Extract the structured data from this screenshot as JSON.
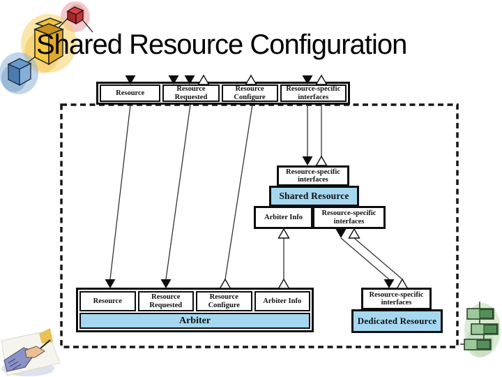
{
  "slide": {
    "title": "Shared Resource Configuration",
    "background": "#ffffff"
  },
  "diagram": {
    "boundary_style": "dashed-rectangle",
    "top_interfaces_row": [
      {
        "label": "Resource",
        "markers_above": [
          "filled"
        ]
      },
      {
        "label": "Resource Requested",
        "markers_above": [
          "filled",
          "filled",
          "open"
        ]
      },
      {
        "label": "Resource Configure",
        "markers_above": [
          "open"
        ]
      },
      {
        "label": "Resource-specific interfaces",
        "markers_above": [
          "filled",
          "open"
        ]
      }
    ],
    "shared_stack": {
      "top_interface": "Resource-specific interfaces",
      "top_interface_markers_above": [
        "filled",
        "open"
      ],
      "component": "Shared Resource",
      "left_port": "Arbiter Info",
      "left_port_markers_below": [
        "open"
      ],
      "right_port": "Resource-specific interfaces",
      "right_port_markers_below": [
        "filled",
        "open"
      ]
    },
    "arbiter_group": {
      "ports": [
        {
          "label": "Resource",
          "markers_above": [
            "filled"
          ]
        },
        {
          "label": "Resource Requested",
          "markers_above": [
            "filled"
          ]
        },
        {
          "label": "Resource Configure",
          "markers_above": [
            "open"
          ]
        },
        {
          "label": "Arbiter Info",
          "markers_above": [
            "open"
          ]
        }
      ],
      "component": "Arbiter"
    },
    "dedicated_group": {
      "port": "Resource-specific interfaces",
      "port_markers_above": [
        "filled",
        "open"
      ],
      "component": "Dedicated Resource"
    },
    "connections": [
      "top Resource -> arbiter Resource",
      "top Resource Requested -> arbiter Resource Requested",
      "top Resource Configure -> arbiter Resource Configure",
      "top Resource-specific interfaces -> shared Resource-specific interfaces",
      "shared Arbiter Info -> arbiter Arbiter Info",
      "shared Resource-specific interfaces -> dedicated Resource-specific interfaces"
    ],
    "colors": {
      "component_fill": "#a5d8f0",
      "border": "#0d0d0d",
      "connector": "#333333"
    }
  }
}
